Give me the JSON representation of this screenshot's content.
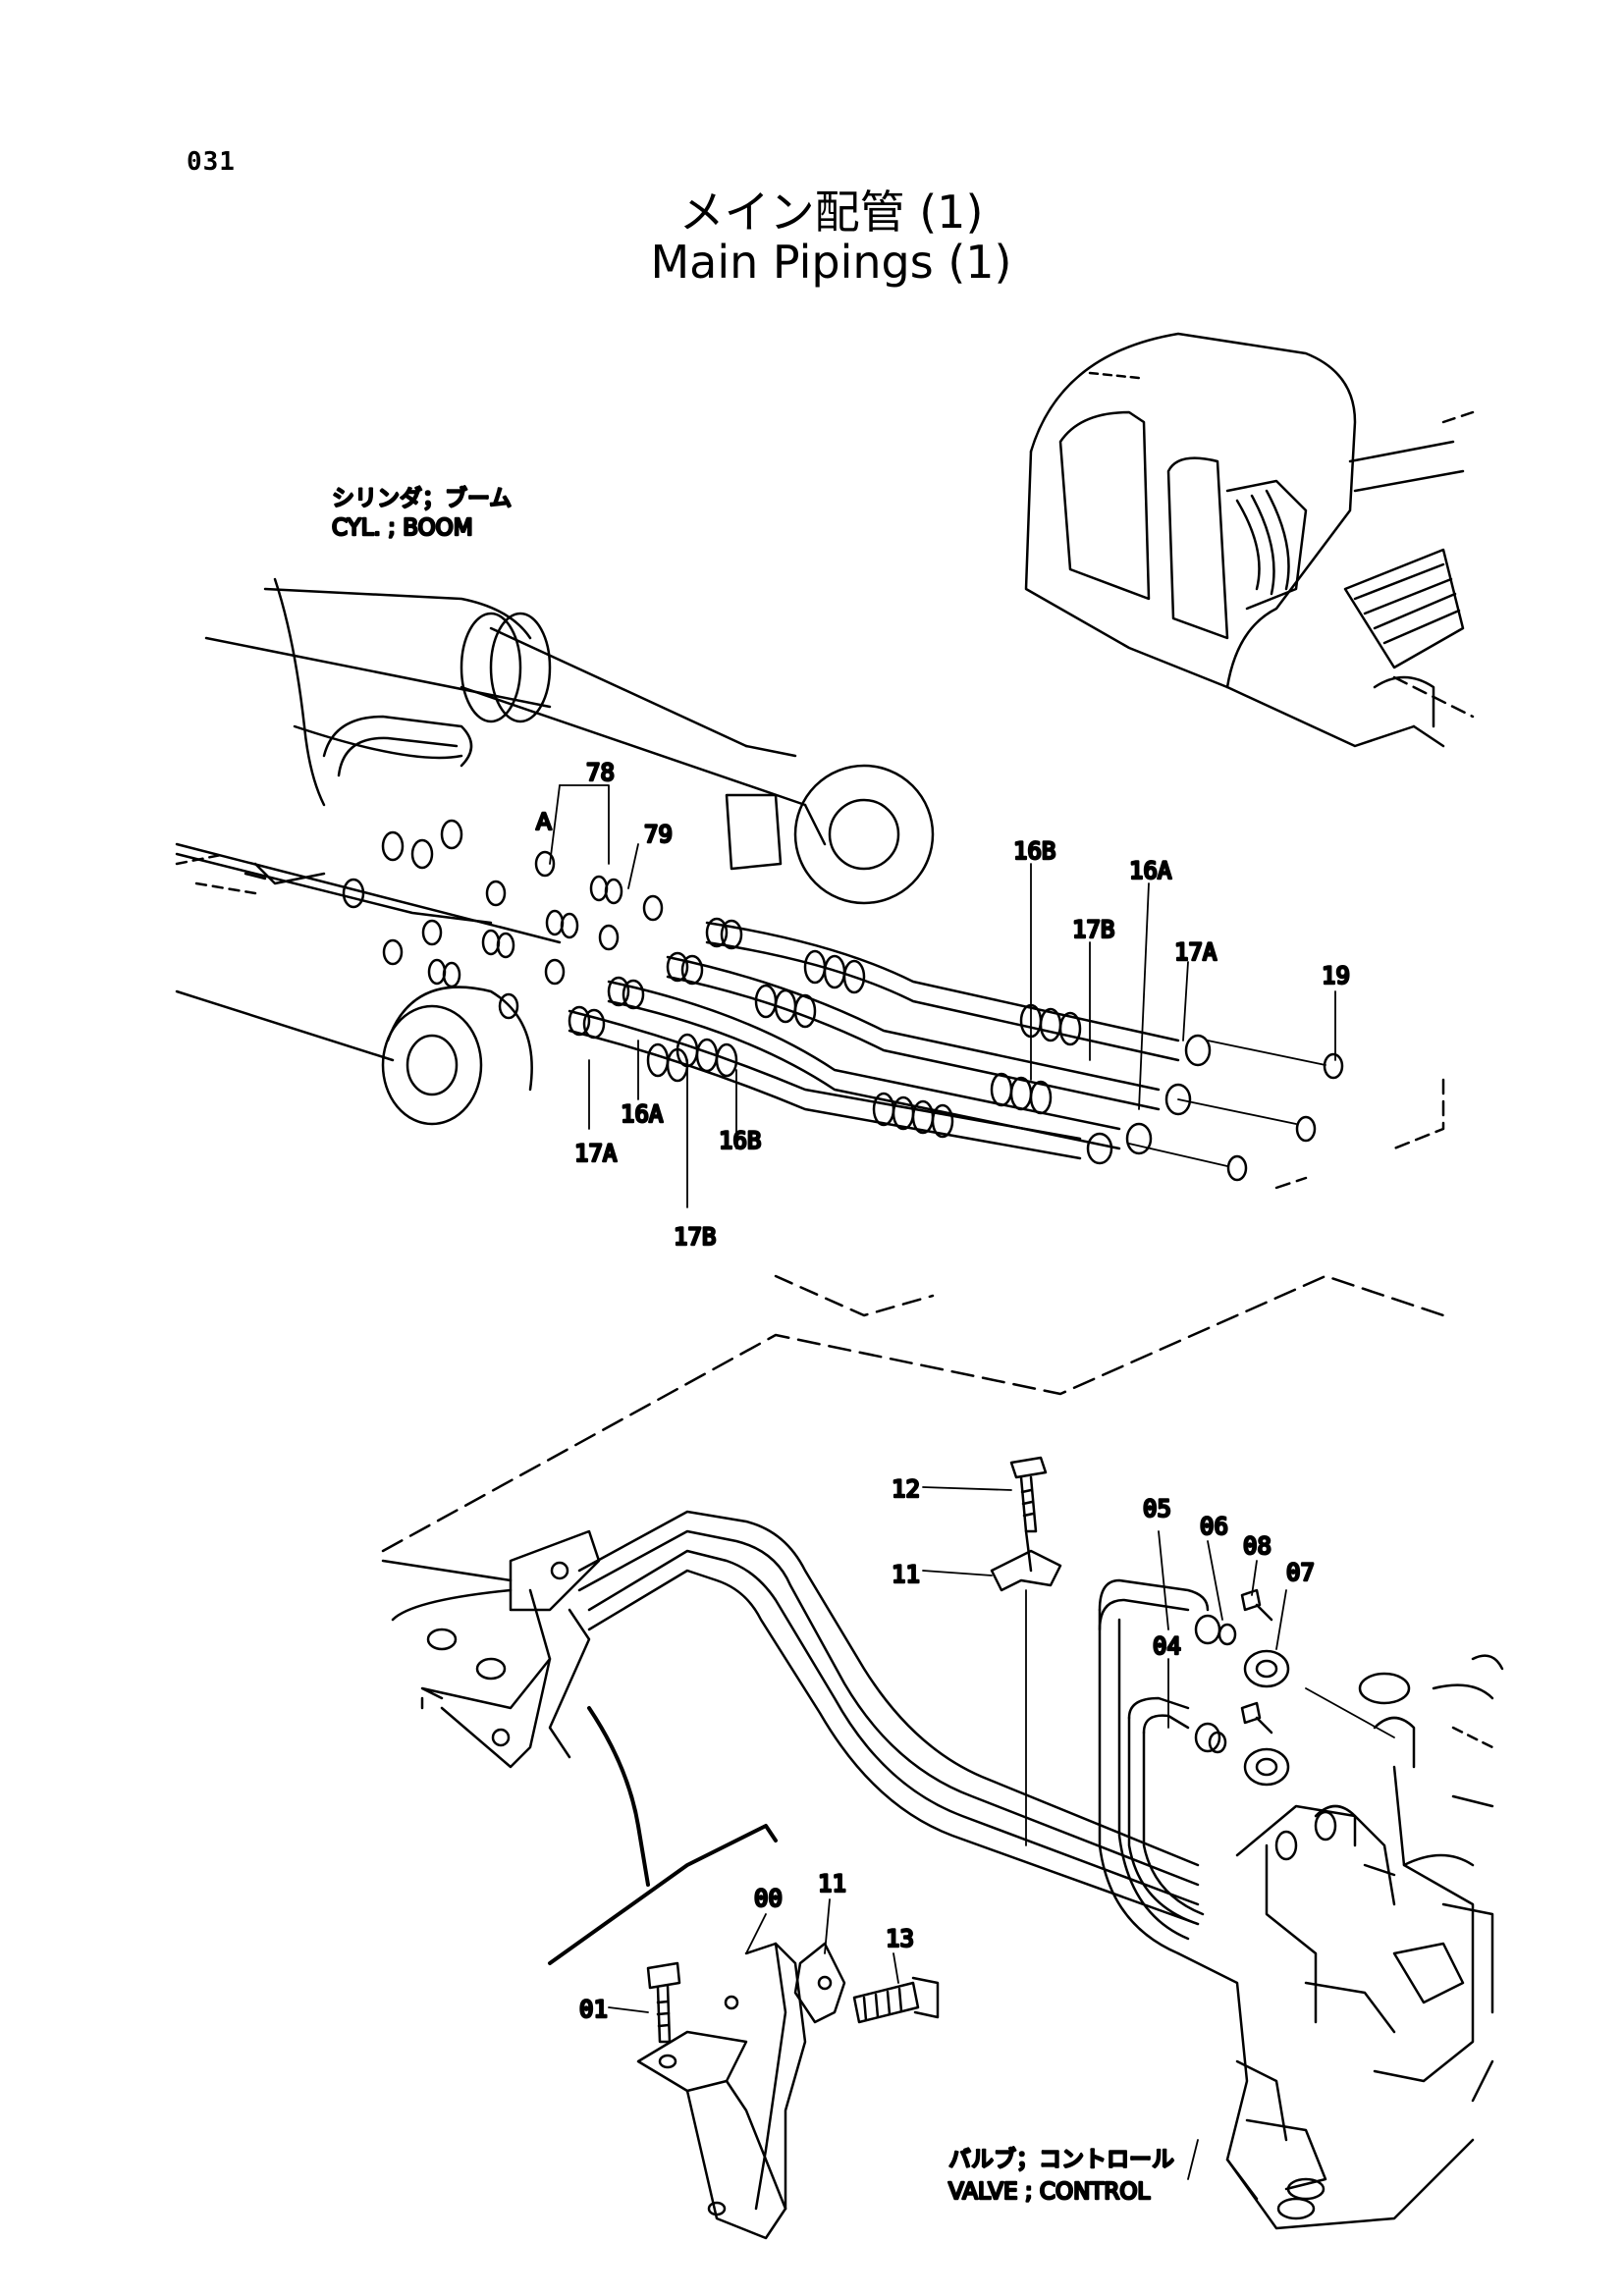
{
  "page_number": "031",
  "title": {
    "japanese": "メイン配管 (1)",
    "english": "Main Pipings (1)"
  },
  "notes": {
    "boom_jp": "シリンダ；ブーム",
    "boom_en": "CYL. ; BOOM",
    "valve_jp": "バルブ；コントロール",
    "valve_en": "VALVE ; CONTROL"
  },
  "callouts": {
    "p78": "78",
    "pA": "A",
    "p79": "79",
    "p16B_top": "16B",
    "p16A_top": "16A",
    "p17B_top": "17B",
    "p17A_top": "17A",
    "p19": "19",
    "p17A_bot": "17A",
    "p16A_bot": "16A",
    "p16B_bot": "16B",
    "p17B_bot": "17B",
    "p12": "12",
    "p11_top": "11",
    "p05": "05",
    "p06": "06",
    "p08": "08",
    "p07": "07",
    "p04": "04",
    "p00": "00",
    "p11_bot": "11",
    "p13": "13",
    "p01": "01"
  }
}
